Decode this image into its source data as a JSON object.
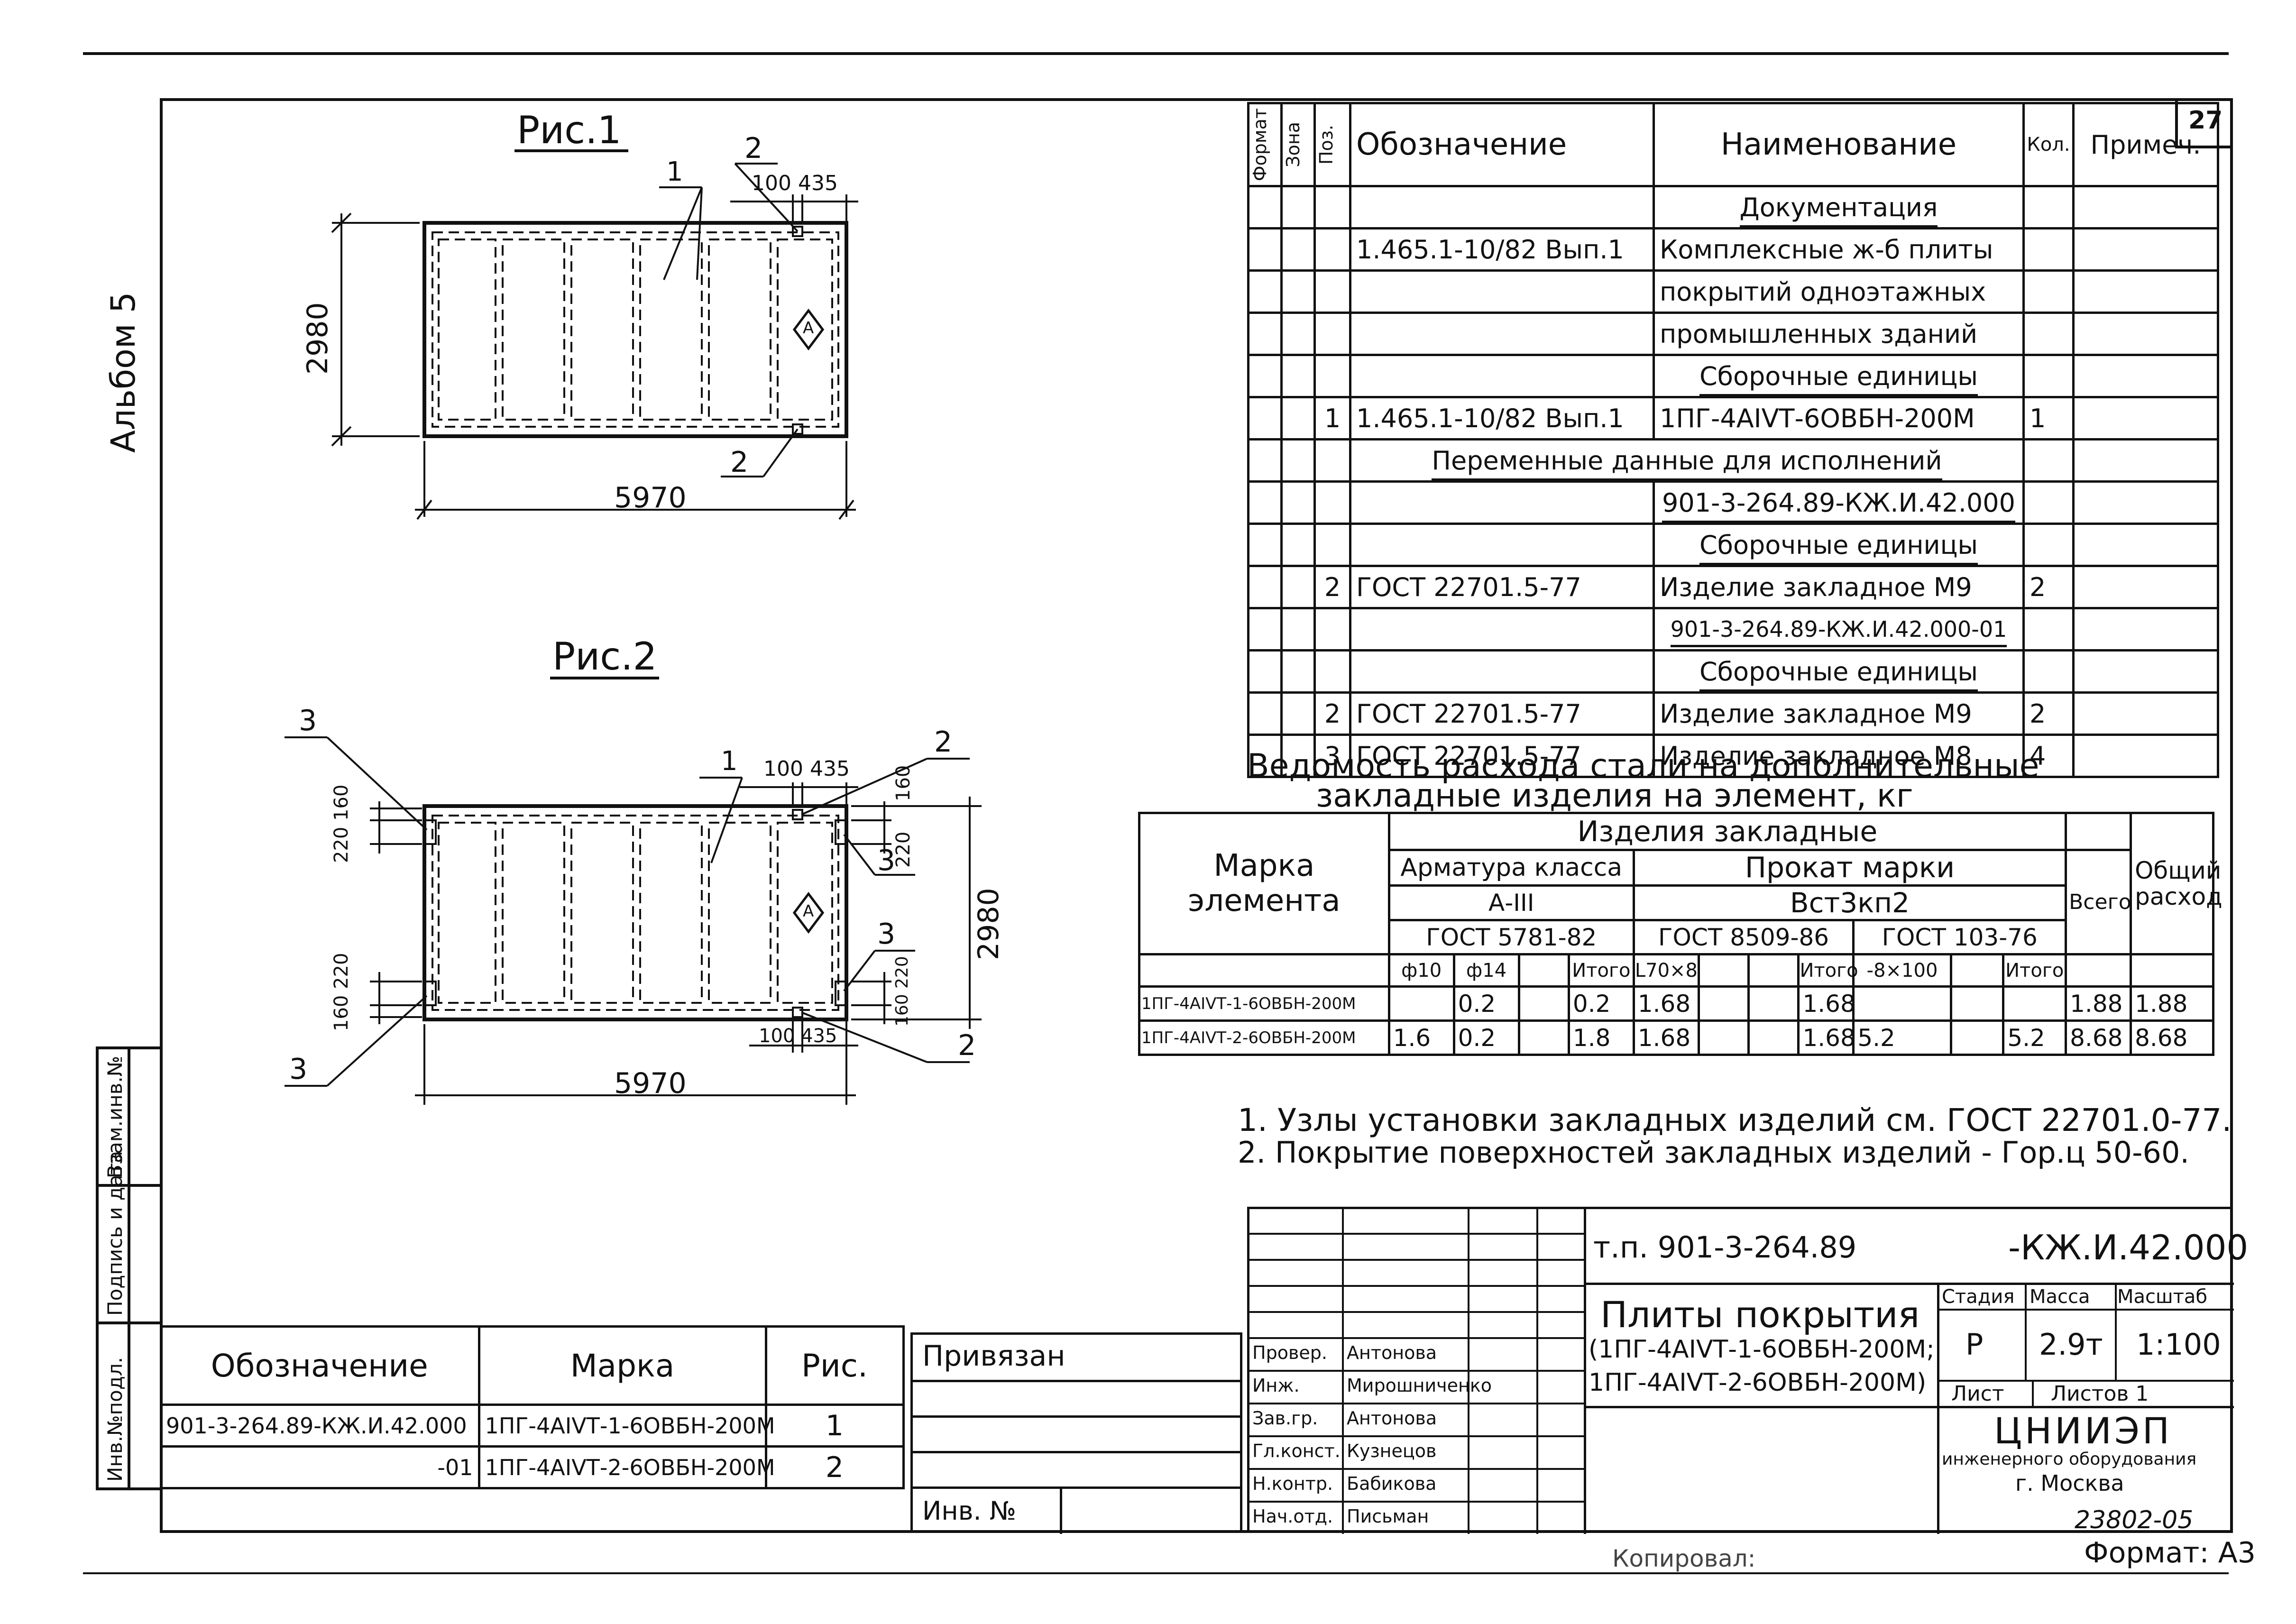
{
  "sheet": {
    "page_number": "27",
    "album": "Альбом 5",
    "format": "Формат: А3",
    "archive_code": "23802-05",
    "copied": "Копировал:"
  },
  "fig1": {
    "title": "Рис.1",
    "callout_1": "1",
    "callout_2a": "2",
    "callout_2b": "2",
    "dim_offsets": "100 435",
    "dim_height": "2980",
    "dim_length": "5970",
    "mark": "А"
  },
  "fig2": {
    "title": "Рис.2",
    "callout_1": "1",
    "callout_2a": "2",
    "callout_2b": "2",
    "callout_3a": "3",
    "callout_3b": "3",
    "callout_3c": "3",
    "callout_3d": "3",
    "dim_offsets_top": "100 435",
    "dim_offsets_bottom": "100 435",
    "dim_left_top": "220 160",
    "dim_left_bottom": "160 220",
    "dim_right_top": "160",
    "dim_right_top2": "220",
    "dim_right_bottom": "220",
    "dim_right_bottom2": "160",
    "dim_height": "2980",
    "dim_length": "5970",
    "mark": "А"
  },
  "spec": {
    "headers": {
      "format": "Формат",
      "zone": "Зона",
      "pos": "Поз.",
      "designation": "Обозначение",
      "name": "Наименование",
      "qty": "Кол.",
      "note": "Примеч."
    },
    "rows": [
      {
        "pos": "",
        "designation": "",
        "name": "Документация",
        "qty": "",
        "underline": true
      },
      {
        "pos": "",
        "designation": "1.465.1-10/82 Вып.1",
        "name": "Комплексные ж-б плиты",
        "qty": ""
      },
      {
        "pos": "",
        "designation": "",
        "name": "покрытий одноэтажных",
        "qty": ""
      },
      {
        "pos": "",
        "designation": "",
        "name": "промышленных зданий",
        "qty": ""
      },
      {
        "pos": "",
        "designation": "",
        "name": "Сборочные единицы",
        "qty": "",
        "underline": true
      },
      {
        "pos": "1",
        "designation": "1.465.1-10/82 Вып.1",
        "name": "1ПГ-4АIVТ-6ОВБН-200М",
        "qty": "1"
      },
      {
        "pos": "",
        "designation": "",
        "name": "",
        "qty": "",
        "span": "Переменные данные для исполнений"
      },
      {
        "pos": "",
        "designation": "",
        "name": "901-3-264.89-КЖ.И.42.000",
        "qty": "",
        "underline": true
      },
      {
        "pos": "",
        "designation": "",
        "name": "Сборочные единицы",
        "qty": "",
        "underline": true
      },
      {
        "pos": "2",
        "designation": "ГОСТ 22701.5-77",
        "name": "Изделие закладное М9",
        "qty": "2"
      },
      {
        "pos": "",
        "designation": "",
        "name": "901-3-264.89-КЖ.И.42.000-01",
        "qty": "",
        "underline": true
      },
      {
        "pos": "",
        "designation": "",
        "name": "Сборочные единицы",
        "qty": "",
        "underline": true
      },
      {
        "pos": "2",
        "designation": "ГОСТ 22701.5-77",
        "name": "Изделие закладное М9",
        "qty": "2"
      },
      {
        "pos": "3",
        "designation": "ГОСТ 22701.5-77",
        "name": "Изделие закладное М8",
        "qty": "4"
      }
    ]
  },
  "steel": {
    "title_line1": "Ведомость расхода стали на дополнительные",
    "title_line2": "закладные изделия на элемент, кг",
    "h_mark": "Марка элемента",
    "h_items": "Изделия закладные",
    "h_rebar": "Арматура класса",
    "h_rebar_class": "А-III",
    "h_rebar_gost": "ГОСТ 5781-82",
    "h_rolled": "Прокат марки",
    "h_rolled_grade": "Вст3кп2",
    "h_rolled_gost1": "ГОСТ 8509-86",
    "h_rolled_gost2": "ГОСТ 103-76",
    "h_total": "Всего",
    "h_overall": "Общий расход",
    "h_d10": "ф10",
    "h_d14": "ф14",
    "h_itogo1": "Итого",
    "h_l70": "L70×8",
    "h_itogo2": "Итого",
    "h_strip": "-8×100",
    "h_itogo3": "Итого",
    "rows": [
      {
        "mark": "1ПГ-4АIVТ-1-6ОВБН-200М",
        "d10": "",
        "d14": "0.2",
        "itogo1": "0.2",
        "l70": "1.68",
        "itogo2": "1.68",
        "strip": "",
        "itogo3": "",
        "total": "1.88",
        "overall": "1.88"
      },
      {
        "mark": "1ПГ-4АIVТ-2-6ОВБН-200М",
        "d10": "1.6",
        "d14": "0.2",
        "itogo1": "1.8",
        "l70": "1.68",
        "itogo2": "1.68",
        "strip": "5.2",
        "itogo3": "5.2",
        "total": "8.68",
        "overall": "8.68"
      }
    ]
  },
  "notes": {
    "n1": "1. Узлы установки закладных изделий см. ГОСТ 22701.0-77.",
    "n2": "2. Покрытие поверхностей закладных изделий - Гор.ц 50-60."
  },
  "marks_table": {
    "h_designation": "Обозначение",
    "h_mark": "Марка",
    "h_fig": "Рис.",
    "rows": [
      {
        "designation": "901-3-264.89-КЖ.И.42.000",
        "mark": "1ПГ-4АIVТ-1-6ОВБН-200М",
        "fig": "1"
      },
      {
        "designation": "-01",
        "mark": "1ПГ-4АIVТ-2-6ОВБН-200М",
        "fig": "2"
      }
    ]
  },
  "binding": {
    "title": "Привязан",
    "inv": "Инв. №"
  },
  "side_stamp": {
    "c1": "Инв.№подл.",
    "c2": "Подпись и дата",
    "c3": "Взам.инв.№"
  },
  "title_block": {
    "project": "т.п. 901-3-264.89",
    "code": "-КЖ.И.42.000",
    "name_line1": "Плиты покрытия",
    "name_line2": "(1ПГ-4АIVТ-1-6ОВБН-200М;",
    "name_line3": "1ПГ-4АIVТ-2-6ОВБН-200М)",
    "h_stage": "Стадия",
    "h_mass": "Масса",
    "h_scale": "Масштаб",
    "stage": "Р",
    "mass": "2.9т",
    "scale": "1:100",
    "sheet": "Лист",
    "sheets": "Листов 1",
    "org1": "ЦНИИЭП",
    "org2": "инженерного оборудования",
    "org3": "г. Москва",
    "people": [
      {
        "role": "Провер.",
        "name": "Антонова"
      },
      {
        "role": "Инж.",
        "name": "Мирошниченко"
      },
      {
        "role": "Зав.гр.",
        "name": "Антонова"
      },
      {
        "role": "Гл.конст.",
        "name": "Кузнецов"
      },
      {
        "role": "Н.контр.",
        "name": "Бабикова"
      },
      {
        "role": "Нач.отд.",
        "name": "Письман"
      }
    ]
  }
}
